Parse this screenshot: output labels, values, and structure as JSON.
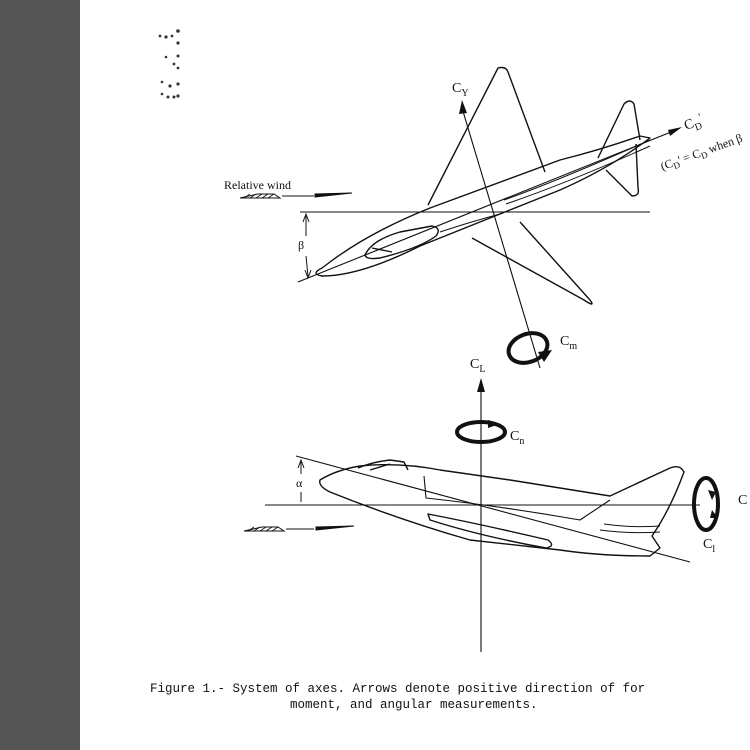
{
  "labels": {
    "relative_wind": "Relative wind",
    "beta": "β",
    "alpha": "α",
    "cy": "C",
    "cy_sub": "Y",
    "cd": "C",
    "cd_sub": "D",
    "cd_prime": "'",
    "cd_note": "(C",
    "cd_note_sub1": "D",
    "cd_note_rest": "' = C",
    "cd_note_sub2": "D",
    "cd_note_when": " when β",
    "cm": "C",
    "cm_sub": "m",
    "cl": "C",
    "cl_sub": "L",
    "cn": "C",
    "cn_sub": "n",
    "cc": "C",
    "cc_sub": "l",
    "c_edge": "C"
  },
  "caption": {
    "line1": "Figure 1.- System of axes.  Arrows denote positive direction of for",
    "line2": "moment, and angular measurements."
  }
}
